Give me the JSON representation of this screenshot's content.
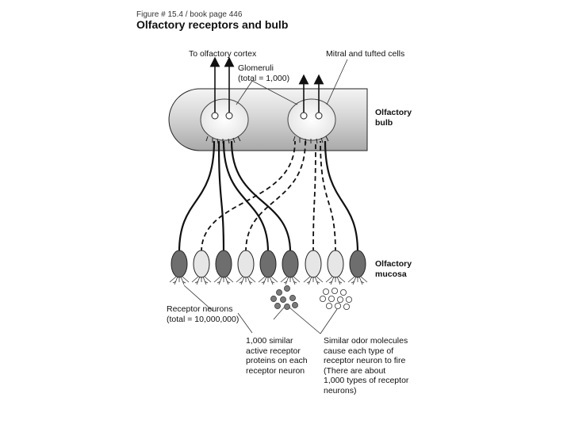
{
  "figure": {
    "subtitle": "Figure # 15.4 / book page 446",
    "title": "Olfactory receptors and bulb"
  },
  "labels": {
    "to_cortex": "To olfactory cortex",
    "mitral": "Mitral and tufted cells",
    "glomeruli": "Glomeruli\n(total = 1,000)",
    "bulb": "Olfactory\nbulb",
    "mucosa": "Olfactory\nmucosa",
    "receptor_neurons": "Receptor neurons\n(total = 10,000,000)",
    "active_proteins": "1,000 similar\nactive receptor\nproteins on each\nreceptor neuron",
    "odor_molecules": "Similar odor molecules\ncause each type of\nreceptor neuron to fire\n(There are about\n1,000 types of receptor\nneurons)"
  },
  "receptor_neurons": [
    {
      "shade": "#6e6e6e",
      "fiber": "dark"
    },
    {
      "shade": "#e6e6e6",
      "fiber": "light"
    },
    {
      "shade": "#6e6e6e",
      "fiber": "dark"
    },
    {
      "shade": "#e6e6e6",
      "fiber": "light"
    },
    {
      "shade": "#6e6e6e",
      "fiber": "dark"
    },
    {
      "shade": "#6e6e6e",
      "fiber": "dark"
    },
    {
      "shade": "#e6e6e6",
      "fiber": "light"
    },
    {
      "shade": "#e6e6e6",
      "fiber": "light"
    },
    {
      "shade": "#6e6e6e",
      "fiber": "dark"
    }
  ],
  "colors": {
    "dark_neuron": "#6e6e6e",
    "light_neuron": "#e6e6e6",
    "bulb_fill": "#d8d8d8",
    "line": "#111111"
  }
}
